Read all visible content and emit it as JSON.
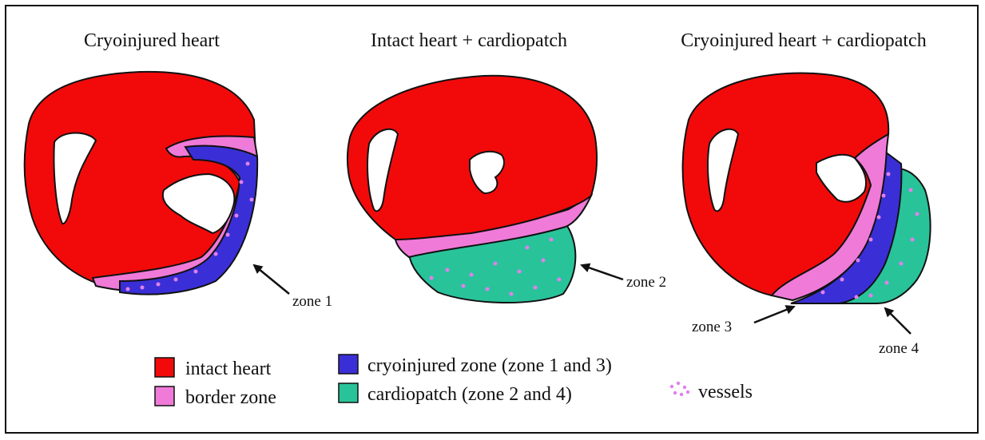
{
  "colors": {
    "intact_heart": "#f20a0a",
    "border_zone": "#f07ad8",
    "cryoinjured_zone": "#3a2fd6",
    "cardiopatch": "#29c39a",
    "vessels": "#e080ec"
  },
  "panels": [
    {
      "title": "Cryoinjured heart",
      "zone_label": "zone 1"
    },
    {
      "title": "Intact heart + cardiopatch",
      "zone_label": "zone 2"
    },
    {
      "title": "Cryoinjured heart + cardiopatch",
      "zone_labels": [
        "zone 3",
        "zone 4"
      ]
    }
  ],
  "legend": {
    "items": [
      {
        "label": "intact heart",
        "color_key": "intact_heart"
      },
      {
        "label": "border zone",
        "color_key": "border_zone"
      },
      {
        "label": "cryoinjured zone (zone 1 and 3)",
        "color_key": "cryoinjured_zone"
      },
      {
        "label": "cardiopatch (zone 2 and 4)",
        "color_key": "cardiopatch"
      },
      {
        "label": "vessels",
        "color_key": "vessels"
      }
    ]
  }
}
